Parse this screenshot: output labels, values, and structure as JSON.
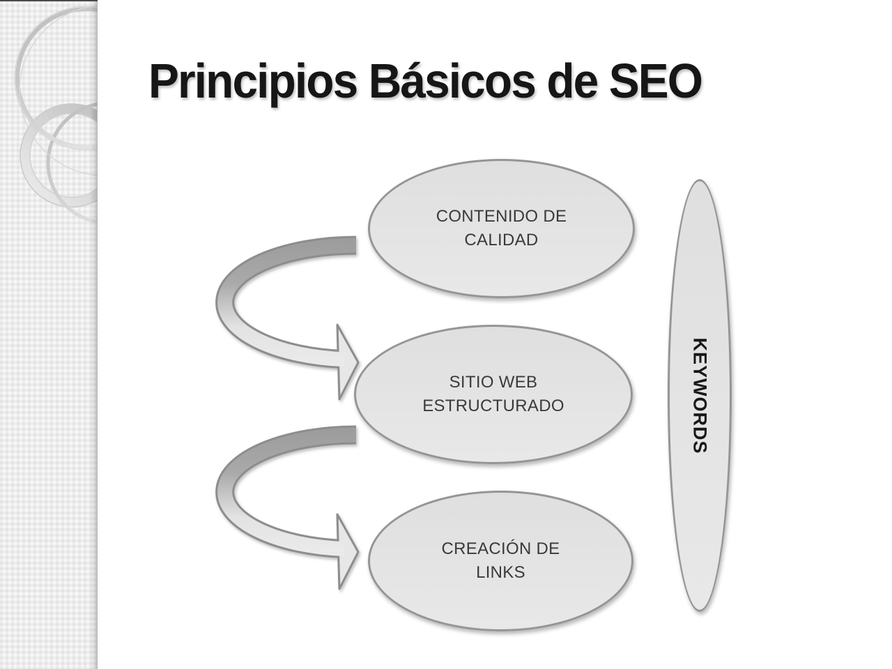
{
  "slide": {
    "title": "Principios Básicos de SEO"
  },
  "diagram": {
    "nodes": [
      {
        "id": "contenido-calidad",
        "lines": [
          "CONTENIDO DE",
          "CALIDAD"
        ]
      },
      {
        "id": "sitio-web-estructurado",
        "lines": [
          "SITIO WEB",
          "ESTRUCTURADO"
        ]
      },
      {
        "id": "creacion-links",
        "lines": [
          "CREACIÓN DE",
          "LINKS"
        ]
      }
    ],
    "side_label": "KEYWORDS",
    "arrow_count": 2
  },
  "colors": {
    "node_fill": "#e3e3e3",
    "node_border": "#959595",
    "node_text": "#3a3a3a",
    "title_text": "#161616",
    "arrow_dark": "#a2a2a2",
    "arrow_light": "#e8e8e8",
    "arrow_outline": "#8d8d8d",
    "sidebar_bg": "#f5f5f5"
  }
}
